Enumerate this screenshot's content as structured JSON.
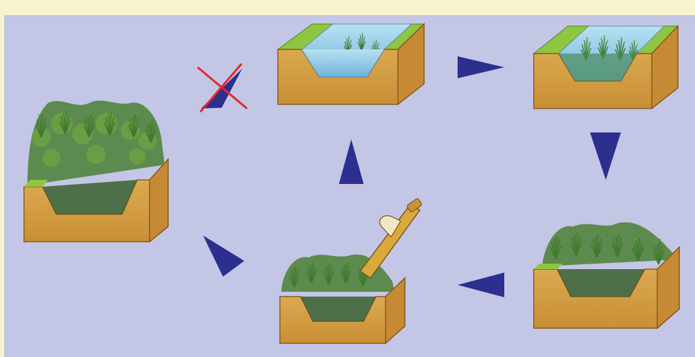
{
  "colors": {
    "background_frame": "#f6f3cf",
    "panel": "#c3c6e4",
    "arrow": "#2c2f8e",
    "soil": "#d7a24a",
    "soil_edge": "#8a5a1c",
    "grass_bank": "#8ec641",
    "water": "#9fd0ea",
    "vegetation": "#3f7a2e",
    "cross": "#e3262b"
  },
  "cycle": {
    "stages": [
      {
        "name": "dense-overgrown-channel",
        "description_icon": "overgrown-ditch-icon"
      },
      {
        "name": "cleared-channel-with-water",
        "description_icon": "cleared-ditch-icon"
      },
      {
        "name": "early-regrowth-channel",
        "description_icon": "regrowth-ditch-icon"
      },
      {
        "name": "mature-vegetated-channel",
        "description_icon": "vegetated-ditch-icon"
      },
      {
        "name": "excavator-clearing-channel",
        "description_icon": "excavation-ditch-icon"
      }
    ],
    "arrows": [
      {
        "name": "arrow-overgrown-to-cleared",
        "crossed_out": true
      },
      {
        "name": "arrow-cleared-to-regrowth",
        "crossed_out": false
      },
      {
        "name": "arrow-regrowth-to-mature",
        "crossed_out": false
      },
      {
        "name": "arrow-mature-to-excavation",
        "crossed_out": false
      },
      {
        "name": "arrow-excavation-to-cleared",
        "crossed_out": false
      },
      {
        "name": "arrow-excavation-to-overgrown",
        "crossed_out": false
      }
    ]
  }
}
